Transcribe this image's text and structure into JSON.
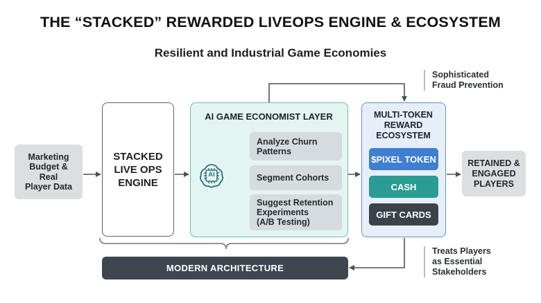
{
  "header": {
    "title": "THE “STACKED” REWARDED LIVEOPS ENGINE & ECOSYSTEM",
    "subtitle": "Resilient and Industrial Game Economies"
  },
  "notes": {
    "fraud_line1": "Sophisticated",
    "fraud_line2": "Fraud Prevention",
    "stake_line1": "Treats Players",
    "stake_line2": "as Essential",
    "stake_line3": "Stakeholders"
  },
  "input": {
    "line1": "Marketing",
    "line2": "Budget &",
    "line3": "Real",
    "line4": "Player Data"
  },
  "engine": {
    "line1": "STACKED",
    "line2": "LIVE OPS",
    "line3": "ENGINE"
  },
  "ai_layer": {
    "title": "AI GAME ECONOMIST LAYER",
    "icon_label": "AI",
    "tasks": [
      {
        "line1": "Analyze Churn",
        "line2": "Patterns",
        "line3": ""
      },
      {
        "line1": "Segment Cohorts",
        "line2": "",
        "line3": ""
      },
      {
        "line1": "Suggest Retention",
        "line2": "Experiments",
        "line3": "(A/B Testing)"
      }
    ]
  },
  "ecosystem": {
    "title_line1": "MULTI-TOKEN",
    "title_line2": "REWARD",
    "title_line3": "ECOSYSTEM",
    "tokens": [
      "$PIXEL TOKEN",
      "CASH",
      "GIFT CARDS"
    ],
    "token_colors": [
      "#3f7fd0",
      "#2b9c93",
      "#3b4249"
    ]
  },
  "output": {
    "line1": "RETAINED &",
    "line2": "ENGAGED",
    "line3": "PLAYERS"
  },
  "foundation": {
    "label": "MODERN ARCHITECTURE"
  },
  "colors": {
    "ai_layer_fill": "#e3f5f2",
    "ai_layer_border": "#72b6aa",
    "ecosystem_fill": "#e6eef9",
    "ecosystem_border": "#6a8fc4",
    "connector": "#4a525b"
  }
}
